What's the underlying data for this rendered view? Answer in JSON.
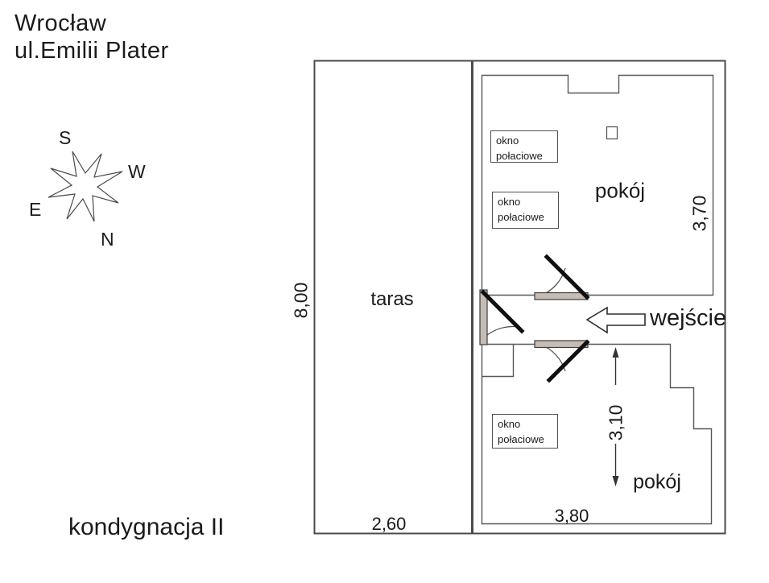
{
  "title": {
    "line1": "Wrocław",
    "line2": "ul.Emilii Plater"
  },
  "floor_label": "kondygnacja II",
  "compass": {
    "s": "S",
    "w": "W",
    "e": "E",
    "n": "N"
  },
  "rooms": {
    "terrace": "taras",
    "room_upper": "pokój",
    "room_lower": "pokój"
  },
  "entrance": {
    "label": "wejście"
  },
  "windows": {
    "labels": [
      "okno połaciowe",
      "okno połaciowe",
      "okno połaciowe"
    ]
  },
  "dimensions": {
    "terrace_height": "8,00",
    "terrace_width": "2,60",
    "room_upper_depth": "3,70",
    "room_lower_depth": "3,10",
    "room_lower_width": "3,80"
  },
  "colors": {
    "wall": "#4b4b4b",
    "inner_line": "#575757",
    "door_fill": "#c4bcb5",
    "door_leaf": "#101010",
    "text": "#1b1b1b",
    "background": "#ffffff"
  }
}
